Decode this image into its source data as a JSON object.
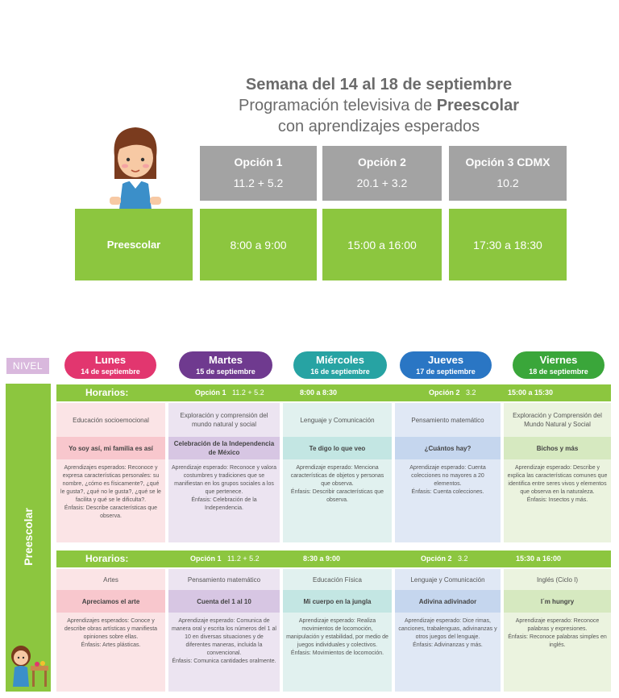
{
  "header": {
    "title_line1": "Semana del 14 al 18 de septiembre",
    "title_line2_prefix": "Programación televisiva de ",
    "title_line2_bold": "Preescolar",
    "title_line3": "con aprendizajes esperados"
  },
  "options": [
    {
      "name": "Opción 1",
      "channels": "11.2  +  5.2",
      "time": "8:00 a 9:00"
    },
    {
      "name": "Opción 2",
      "channels": "20.1  +  3.2",
      "time": "15:00 a 16:00"
    },
    {
      "name": "Opción 3 CDMX",
      "channels": "10.2",
      "time": "17:30 a 18:30"
    }
  ],
  "level_label": "Preescolar",
  "nivel": "NIVEL",
  "side_label": "Preescolar",
  "days": [
    {
      "name": "Lunes",
      "date": "14 de septiembre",
      "color": "#e2366f"
    },
    {
      "name": "Martes",
      "date": "15 de septiembre",
      "color": "#6f3a8f"
    },
    {
      "name": "Miércoles",
      "date": "16 de septiembre",
      "color": "#27a3a3"
    },
    {
      "name": "Jueves",
      "date": "17 de septiembre",
      "color": "#2a76c4"
    },
    {
      "name": "Viernes",
      "date": "18 de septiembre",
      "color": "#3aa63a"
    }
  ],
  "blocks": [
    {
      "horarios": "Horarios:",
      "opt1": "Opción 1",
      "opt1_ch": "11.2 +  5.2",
      "opt1_time": "8:00 a 8:30",
      "opt2": "Opción 2",
      "opt2_ch": "3.2",
      "opt2_time": "15:00  a 15:30",
      "subjects": [
        "Educación socioemocional",
        "Exploración y comprensión del mundo natural y social",
        "Lenguaje y Comunicación",
        "Pensamiento matemático",
        "Exploración y Comprensión del Mundo Natural y Social"
      ],
      "programs": [
        "Yo soy así, mi familia es así",
        "Celebración de la Independencia de México",
        "Te digo lo que veo",
        "¿Cuántos hay?",
        "Bichos y más"
      ],
      "descriptions": [
        [
          "Aprendizajes esperados: Reconoce y expresa características personales: su nombre, ¿cómo es físicamente?, ¿qué le gusta?, ¿qué no le gusta?, ¿qué se le facilita y qué se le dificulta?.",
          "Énfasis: Describe características que observa."
        ],
        [
          "Aprendizaje esperado: Reconoce y valora costumbres y tradiciones que se manifiestan en los grupos sociales a los que pertenece.",
          "Énfasis: Celebración de la Independencia."
        ],
        [
          "Aprendizaje esperado: Menciona características de objetos y personas que observa.",
          "Énfasis: Describir características que observa."
        ],
        [
          "Aprendizaje esperado: Cuenta colecciones no mayores a 20 elementos.",
          "Énfasis: Cuenta colecciones."
        ],
        [
          "Aprendizaje esperado: Describe y explica las características comunes que identifica entre seres vivos y elementos que observa en la naturaleza.",
          "Énfasis: Insectos y más."
        ]
      ]
    },
    {
      "horarios": "Horarios:",
      "opt1": "Opción 1",
      "opt1_ch": "11.2 +  5.2",
      "opt1_time": "8:30 a 9:00",
      "opt2": "Opción 2",
      "opt2_ch": "3.2",
      "opt2_time": "15:30 a 16:00",
      "subjects": [
        "Artes",
        "Pensamiento matemático",
        "Educación Física",
        "Lenguaje y Comunicación",
        "Inglés (Ciclo I)"
      ],
      "programs": [
        "Apreciamos el arte",
        "Cuenta del 1 al 10",
        "Mi cuerpo en la jungla",
        "Adivina adivinador",
        "I´m hungry"
      ],
      "descriptions": [
        [
          "Aprendizajes esperados: Conoce y describe obras artísticas y manifiesta opiniones sobre ellas.",
          "Énfasis: Artes plásticas."
        ],
        [
          "Aprendizaje esperado: Comunica de manera oral y escrita los números del 1 al 10 en diversas situaciones y de diferentes maneras, incluida la convencional.",
          "Énfasis: Comunica cantidades oralmente."
        ],
        [
          "Aprendizaje esperado: Realiza movimientos de locomoción, manipulación y estabilidad, por medio de juegos individuales y colectivos.",
          "Énfasis: Movimientos de locomoción."
        ],
        [
          "Aprendizaje esperado: Dice rimas, canciones, trabalenguas, adivinanzas y otros juegos del lenguaje.",
          "Énfasis: Adivinanzas y más."
        ],
        [
          "Aprendizaje esperado: Reconoce palabras y expresiones.",
          "Énfasis: Reconoce palabras simples en inglés."
        ]
      ]
    }
  ]
}
